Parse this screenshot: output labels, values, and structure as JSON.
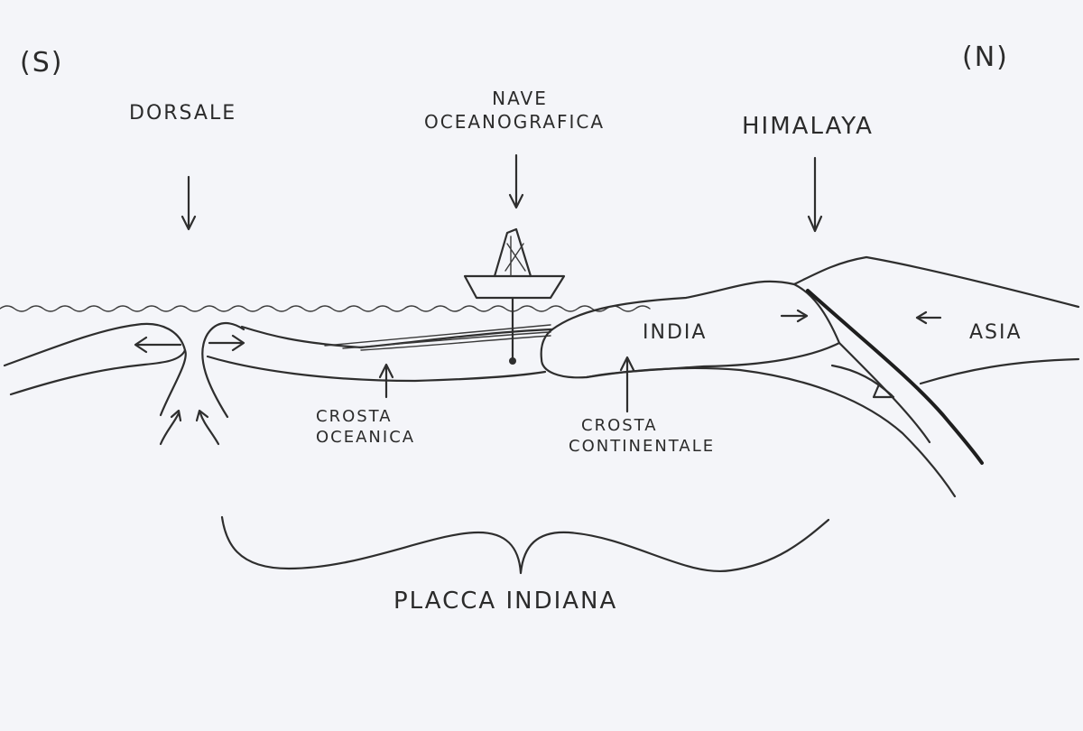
{
  "labels": {
    "south": "(S)",
    "north": "(N)",
    "dorsale": "DORSALE",
    "nave_1": "NAVE",
    "nave_2": "OCEANOGRAFICA",
    "himalaya": "HIMALAYA",
    "india": "INDIA",
    "asia": "ASIA",
    "crosta_oceanica_1": "CROSTA",
    "crosta_oceanica_2": "OCEANICA",
    "crosta_continentale_1": "CROSTA",
    "crosta_continentale_2": "CONTINENTALE",
    "placca_indiana": "PLACCA INDIANA"
  },
  "colors": {
    "paper": "#f4f5f9",
    "ink": "#2e2e2e"
  }
}
